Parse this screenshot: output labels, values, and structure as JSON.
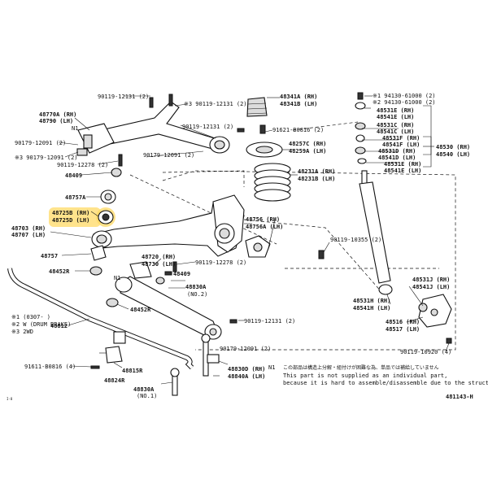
{
  "diagram_code": "481143-H",
  "callouts": [
    {
      "text": "90119-12131 (2)"
    },
    {
      "text": "※3 90119-12131 (2)"
    },
    {
      "text": "48770A (RH)"
    },
    {
      "text": "48790 (LH)"
    },
    {
      "text": "N1"
    },
    {
      "text": "90179-12091 (2)"
    },
    {
      "text": "※3 90179-12091 (2)"
    },
    {
      "text": "90119-12278 (2)"
    },
    {
      "text": "48409"
    },
    {
      "text": "48757A"
    },
    {
      "text": "48725B (RH)"
    },
    {
      "text": "48725D (LH)"
    },
    {
      "text": "48703 (RH)"
    },
    {
      "text": "48707 (LH)"
    },
    {
      "text": "48757"
    },
    {
      "text": "48452R"
    },
    {
      "text": "N1"
    },
    {
      "text": "48452R"
    },
    {
      "text": "48812"
    },
    {
      "text": "91611-B0816 (4)"
    },
    {
      "text": "48815R"
    },
    {
      "text": "48824R"
    },
    {
      "text": "48830A"
    },
    {
      "text": "(NO.1)"
    },
    {
      "text": "90119-12131 (2)"
    },
    {
      "text": "90179-12091 (2)"
    },
    {
      "text": "48341A (RH)"
    },
    {
      "text": "48341B (LH)"
    },
    {
      "text": "91621-B0816 (2)"
    },
    {
      "text": "48257C (RH)"
    },
    {
      "text": "48259A (LH)"
    },
    {
      "text": "48231A (RH)"
    },
    {
      "text": "48231B (LH)"
    },
    {
      "text": "48756 (RH)"
    },
    {
      "text": "48756A (LH)"
    },
    {
      "text": "48720 (RH)"
    },
    {
      "text": "48730 (LH)"
    },
    {
      "text": "90119-12278 (2)"
    },
    {
      "text": "48409"
    },
    {
      "text": "48830A"
    },
    {
      "text": "(NO.2)"
    },
    {
      "text": "90119-12131 (2)"
    },
    {
      "text": "90179-12091 (2)"
    },
    {
      "text": "48830D (RH)"
    },
    {
      "text": "48840A (LH)"
    },
    {
      "text": "90119-10355 (2)"
    },
    {
      "text": "※1 94130-61000 (2)"
    },
    {
      "text": "※2 94130-61000 (2)"
    },
    {
      "text": "48531E (RH)"
    },
    {
      "text": "48541E (LH)"
    },
    {
      "text": "48531C (RH)"
    },
    {
      "text": "48541C (LH)"
    },
    {
      "text": "48531F (RH)"
    },
    {
      "text": "48541F (LH)"
    },
    {
      "text": "48531D (RH)"
    },
    {
      "text": "48541D (LH)"
    },
    {
      "text": "48531E (RH)"
    },
    {
      "text": "48541E (LH)"
    },
    {
      "text": "48530 (RH)"
    },
    {
      "text": "48540 (LH)"
    },
    {
      "text": "48531J (RH)"
    },
    {
      "text": "48541J (LH)"
    },
    {
      "text": "48531H (RH)"
    },
    {
      "text": "48541H (LH)"
    },
    {
      "text": "48516 (RH)"
    },
    {
      "text": "48517 (LH)"
    },
    {
      "text": "90119-10920 (4)"
    }
  ],
  "legend": [
    {
      "text": "※1 (0307-        )"
    },
    {
      "text": "※2 W (DRUM BRAKE)"
    },
    {
      "text": "※3 2WD"
    }
  ],
  "note": {
    "code": "N1",
    "jp": "この部品は構造上分解・組付けが困難な為、単品では補給していません",
    "en1": "This part is not supplied as an individual part,",
    "en2": "because it is hard to assemble/disassemble due to the structure"
  },
  "highlight": {
    "color": "#ffd966"
  },
  "corner_mark": "I-8"
}
